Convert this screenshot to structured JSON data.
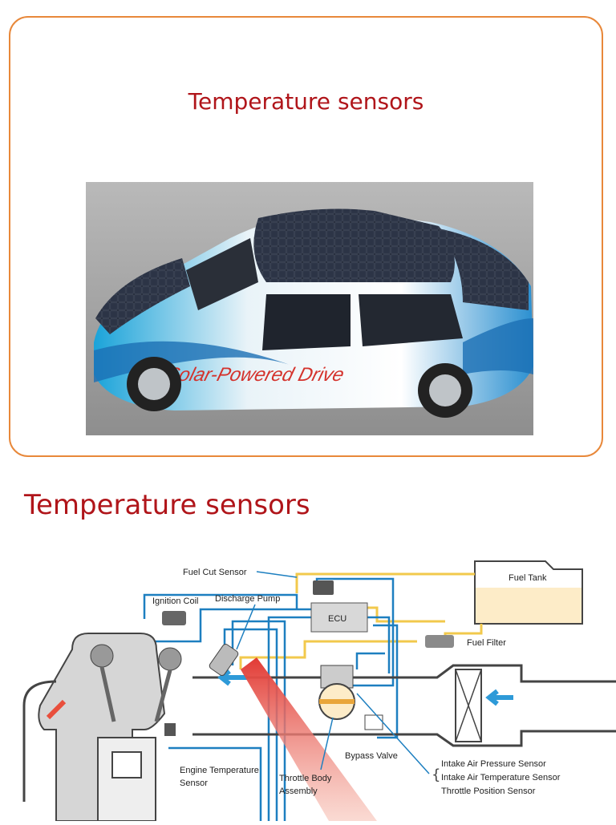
{
  "slide1": {
    "title": "Temperature sensors",
    "photo": {
      "vehicle_text": "Solar-Powered Drive"
    }
  },
  "section": {
    "title": "Temperature sensors"
  },
  "diagram": {
    "labels": {
      "fuel_cut_sensor": "Fuel Cut Sensor",
      "ignition_coil": "Ignition Coil",
      "discharge_pump": "Discharge Pump",
      "ecu": "ECU",
      "fuel_tank": "Fuel Tank",
      "fuel_filter": "Fuel Filter",
      "bypass_valve": "Bypass Valve",
      "engine_temperature_sensor_1": "Engine Temperature",
      "engine_temperature_sensor_2": "Sensor",
      "throttle_body_1": "Throttle Body",
      "throttle_body_2": "Assembly",
      "intake_air_pressure": "Intake Air Pressure Sensor",
      "intake_air_temperature": "Intake Air Temperature Sensor",
      "throttle_position": "Throttle Position Sensor"
    },
    "colors": {
      "wire_blue": "#1d7fc0",
      "wire_yellow": "#f2c94c",
      "pipe_dark": "#444444",
      "arrow_blue": "#2e9ad8",
      "arrow_red": "#e24b3b"
    }
  }
}
